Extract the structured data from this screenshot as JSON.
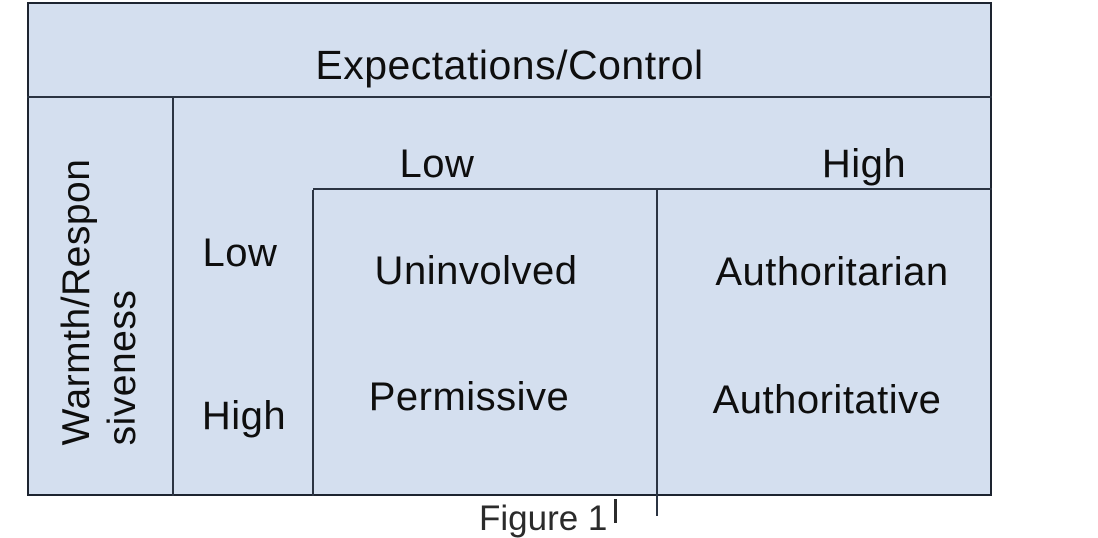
{
  "figure": {
    "top_header": "Expectations/Control",
    "side_header": "Warmth/Respon\nsiveness",
    "columns": [
      {
        "label": "Low"
      },
      {
        "label": "High"
      }
    ],
    "rows": [
      {
        "label": "Low"
      },
      {
        "label": "High"
      }
    ],
    "cells": [
      {
        "name": "Uninvolved"
      },
      {
        "name": "Authoritarian"
      },
      {
        "name": "Permissive"
      },
      {
        "name": "Authoritative"
      }
    ],
    "caption": "Figure 1",
    "colors": {
      "fill": "#d4dfef",
      "line": "#2b3442",
      "outer": "#1d2430",
      "text": "#0e0e0e",
      "caption": "#2b2b2b"
    }
  }
}
